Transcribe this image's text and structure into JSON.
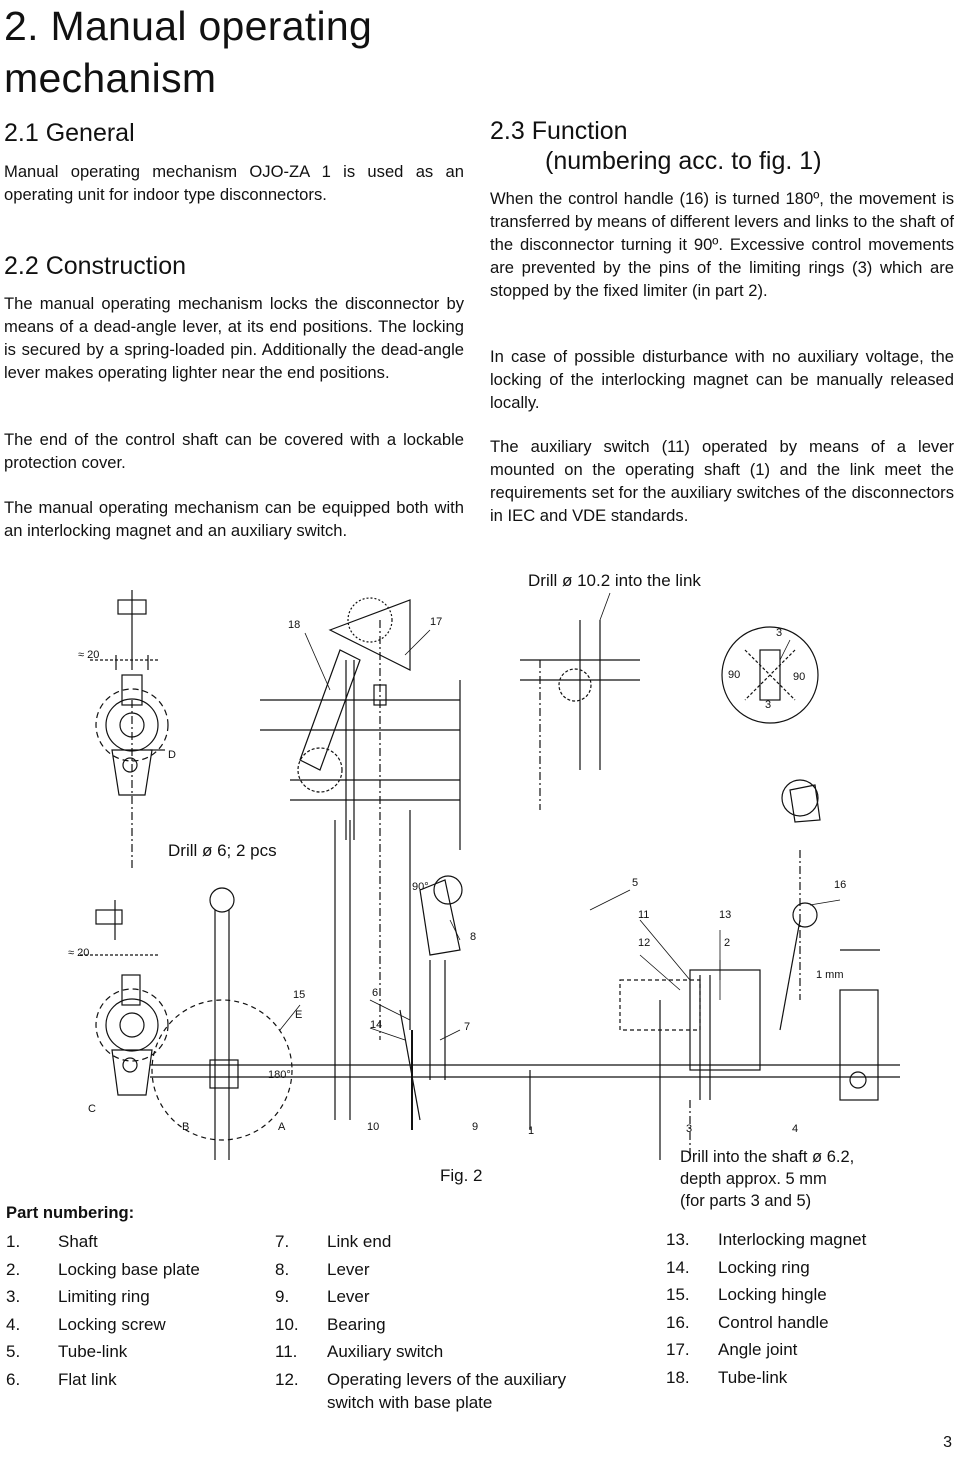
{
  "title": "2. Manual operating mechanism",
  "general": {
    "heading": "2.1  General",
    "text": "Manual operating mechanism OJO-ZA 1 is used as an operating unit for indoor type disconnectors."
  },
  "construction": {
    "heading": "2.2  Construction",
    "p1": "The manual operating mechanism locks the disconnector by means of a dead-angle lever, at its end positions. The locking is secured by a spring-loaded pin. Additionally the dead-angle lever makes operating lighter near the end positions.",
    "p2": "The end of the control shaft can be  covered with a lockable protection cover.",
    "p3": "The manual operating mechanism can be equipped both with an interlocking magnet and an auxiliary switch."
  },
  "function": {
    "heading1": "2.3  Function",
    "heading2": "(numbering acc. to fig. 1)",
    "p1": "When the control handle (16) is turned 180º, the movement is transferred by means of different levers and links to the shaft of the disconnector turning it 90º. Excessive control movements are prevented by the pins of the limiting rings (3) which are stopped by the fixed limiter (in part 2).",
    "p2": "In case of possible disturbance with no auxiliary voltage, the locking of the interlocking magnet can be manually released locally.",
    "p3": "The auxiliary switch (11) operated by means of a lever mounted on the operating shaft (1) and the link meet the requirements set for the auxiliary switches of the disconnectors in IEC and VDE standards."
  },
  "figure": {
    "drill_link": "Drill ø 10.2 into the link",
    "drill_6": "Drill ø 6; 2 pcs",
    "fig_caption": "Fig. 2",
    "drill_shaft_1": "Drill into the shaft ø 6.2,",
    "drill_shaft_2": "depth approx. 5 mm",
    "drill_shaft_3": "(for parts 3 and 5)",
    "labels": {
      "l20a": "≈ 20",
      "l20b": "≈ 20",
      "D": "D",
      "C": "C",
      "B": "B",
      "A": "A",
      "E": "E",
      "n18": "18",
      "n17": "17",
      "n3a": "3",
      "n3b": "3",
      "n3c": "3",
      "n90a": "90",
      "n90b": "90",
      "n90c": "90°",
      "n5": "5",
      "n16": "16",
      "n11": "11",
      "n13": "13",
      "n12": "12",
      "n2": "2",
      "n8": "8",
      "n15": "15",
      "n6": "6",
      "n14": "14",
      "n7": "7",
      "n1mm": "1 mm",
      "n180": "180°",
      "n10": "10",
      "n9": "9",
      "n1": "1",
      "n4": "4"
    }
  },
  "parts": {
    "heading": "Part  numbering:",
    "col1": [
      {
        "n": "1.",
        "t": "Shaft"
      },
      {
        "n": "2.",
        "t": "Locking base plate"
      },
      {
        "n": "3.",
        "t": "Limiting ring"
      },
      {
        "n": "4.",
        "t": "Locking screw"
      },
      {
        "n": "5.",
        "t": "Tube-link"
      },
      {
        "n": "6.",
        "t": "Flat link"
      }
    ],
    "col2": [
      {
        "n": "7.",
        "t": "Link end"
      },
      {
        "n": "8.",
        "t": "Lever"
      },
      {
        "n": "9.",
        "t": "Lever"
      },
      {
        "n": "10.",
        "t": "Bearing"
      },
      {
        "n": "11.",
        "t": "Auxiliary switch"
      },
      {
        "n": "12.",
        "t": "Operating levers of the auxiliary switch with base plate"
      }
    ],
    "col3": [
      {
        "n": "13.",
        "t": "Interlocking magnet"
      },
      {
        "n": "14.",
        "t": "Locking ring"
      },
      {
        "n": "15.",
        "t": "Locking hingle"
      },
      {
        "n": "16.",
        "t": "Control handle"
      },
      {
        "n": "17.",
        "t": "Angle joint"
      },
      {
        "n": "18.",
        "t": "Tube-link"
      }
    ]
  },
  "page_number": "3"
}
